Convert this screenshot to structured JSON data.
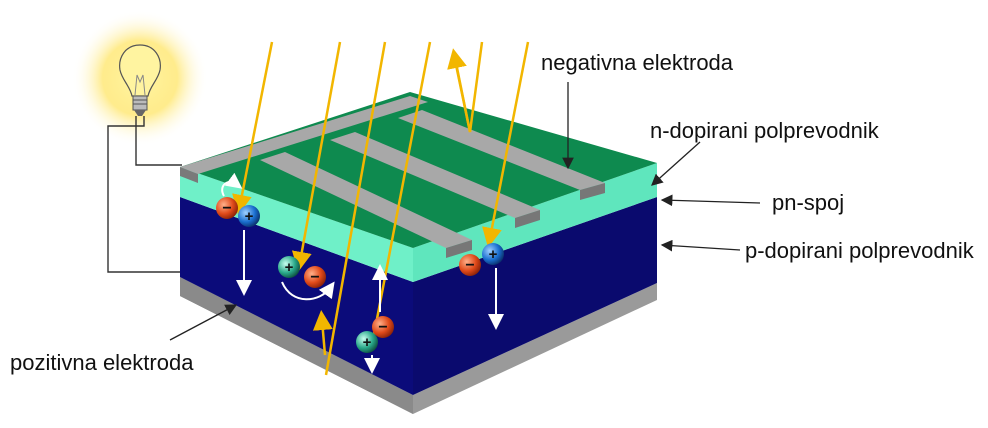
{
  "labels": {
    "negative_electrode": "negativna elektroda",
    "n_doped": "n-dopirani polprevodnik",
    "pn_junction": "pn-spoj",
    "p_doped": "p-dopirani polprevodnik",
    "positive_electrode": "pozitivna elektroda"
  },
  "particles": {
    "electron_symbol": "−",
    "hole_symbol": "+"
  },
  "colors": {
    "n_layer_top": "#0e8a4f",
    "pn_layer": "#6ff0c8",
    "p_layer": "#0b0b7a",
    "electrode": "#9a9a9a",
    "light_ray": "#f2b600",
    "electron": "#e04a1a",
    "hole": "#1a6fd0",
    "bulb_glow": "#ffe566"
  }
}
